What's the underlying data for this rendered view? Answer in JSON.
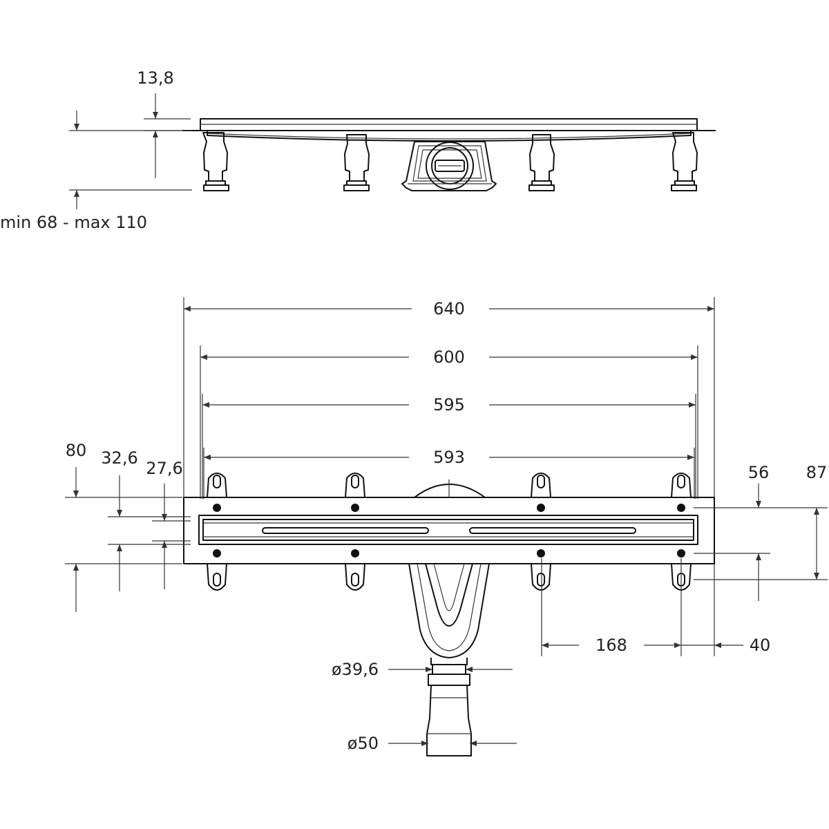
{
  "colors": {
    "ink": "#111111",
    "background": "#ffffff"
  },
  "side_view": {
    "label_height": "13,8",
    "label_range": "min 68 - max 110"
  },
  "top_view": {
    "dim_640": "640",
    "dim_600": "600",
    "dim_595": "595",
    "dim_593": "593",
    "dim_80": "80",
    "dim_32_6": "32,6",
    "dim_27_6": "27,6",
    "dim_56": "56",
    "dim_87": "87",
    "dim_168": "168",
    "dim_40": "40",
    "dia_39_6": "ø39,6",
    "dia_50": "ø50"
  }
}
